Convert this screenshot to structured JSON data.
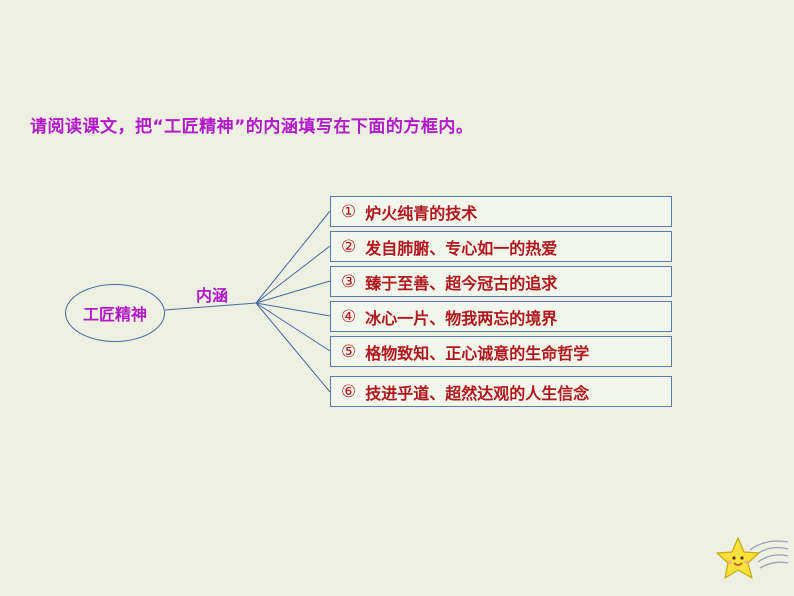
{
  "instruction": "请阅读课文，把“工匠精神”的内涵填写在下面的方框内。",
  "root_label": "工匠精神",
  "branch_label": "内涵",
  "items": [
    {
      "num": "①",
      "text": "炉火纯青的技术"
    },
    {
      "num": "②",
      "text": "发自肺腑、专心如一的热爱"
    },
    {
      "num": "③",
      "text": "臻于至善、超今冠古的追求"
    },
    {
      "num": "④",
      "text": "冰心一片、物我两忘的境界"
    },
    {
      "num": "⑤",
      "text": "格物致知、正心诚意的生命哲学"
    },
    {
      "num": "⑥",
      "text": "技进乎道、超然达观的人生信念"
    }
  ],
  "colors": {
    "background": "#eef1e2",
    "heading": "#b21ac9",
    "item_text": "#b0171f",
    "line": "#4a68a8"
  }
}
